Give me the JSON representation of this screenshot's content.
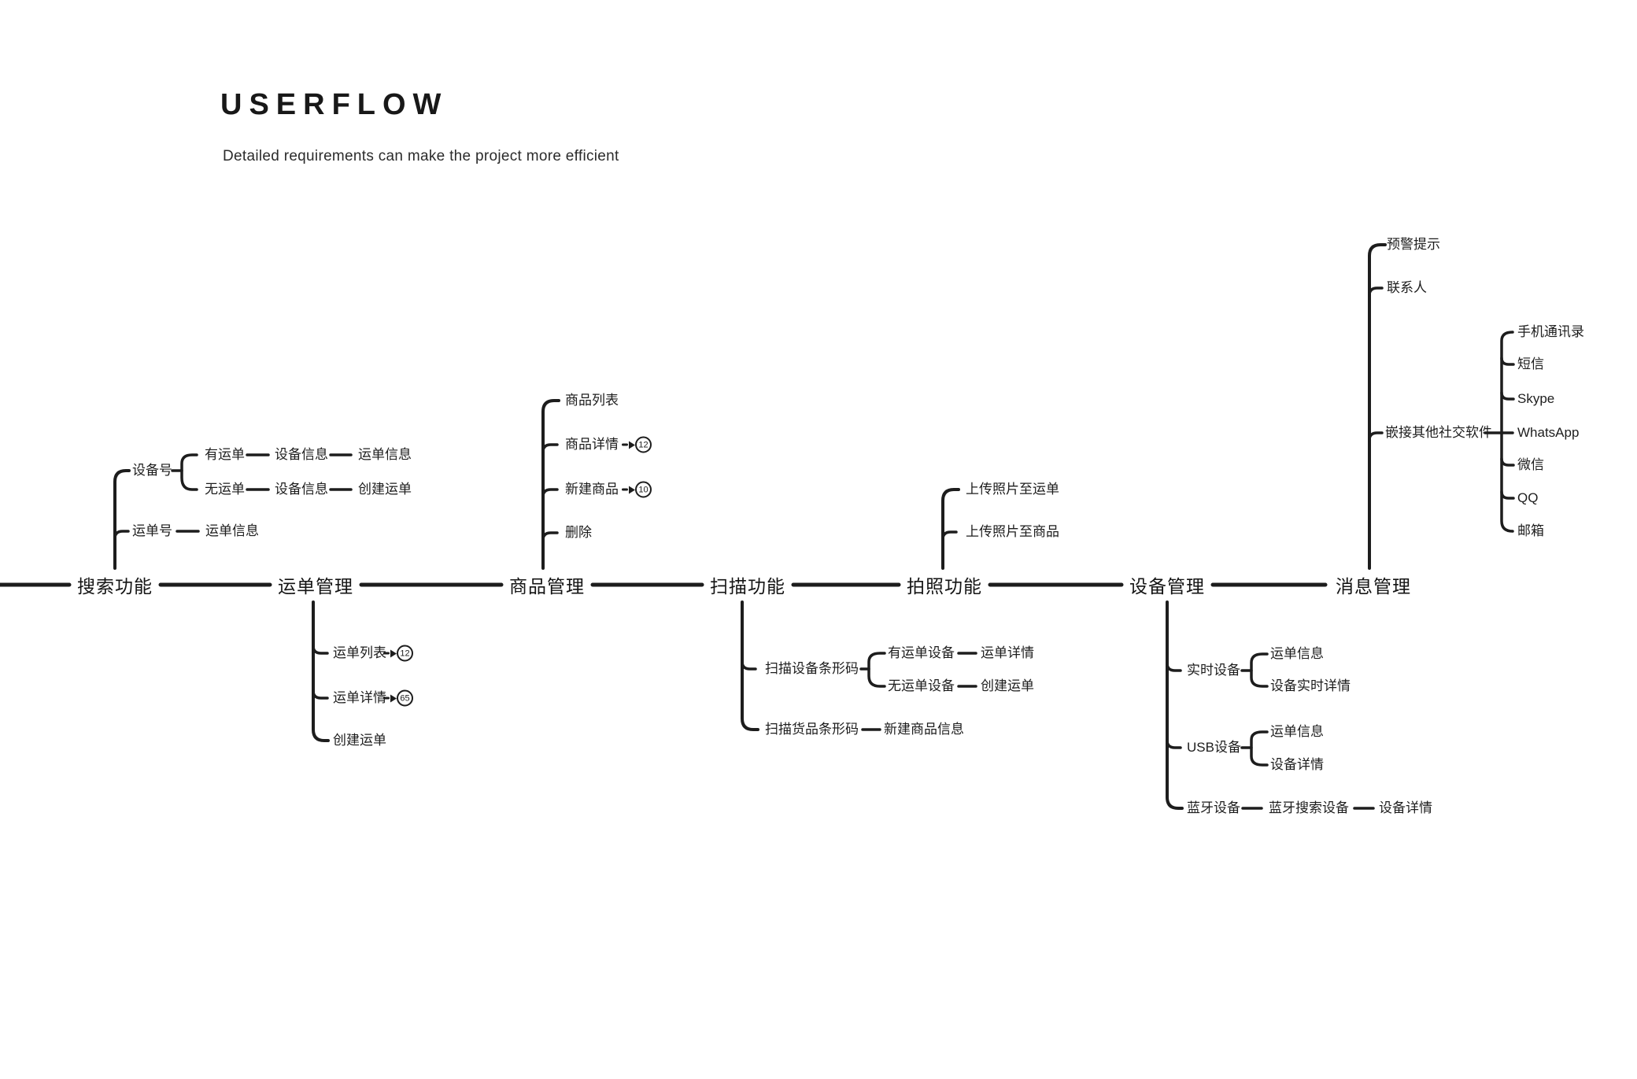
{
  "header": {
    "title": "USERFLOW",
    "subtitle": "Detailed requirements can make the project more efficient"
  },
  "diagram_type": "userflow-mindmap",
  "colors": {
    "line": "#1d1d1d",
    "text": "#1d1d1d",
    "background": "#ffffff"
  },
  "main_nodes": [
    "搜索功能",
    "运单管理",
    "商品管理",
    "扫描功能",
    "拍照功能",
    "设备管理",
    "消息管理"
  ],
  "search": {
    "device_no": "设备号",
    "has_waybill": "有运单",
    "device_info_1": "设备信息",
    "waybill_info_1": "运单信息",
    "no_waybill": "无运单",
    "device_info_2": "设备信息",
    "create_waybill": "创建运单",
    "waybill_no": "运单号",
    "waybill_info_2": "运单信息"
  },
  "waybill": {
    "list": "运单列表",
    "list_badge": "12",
    "detail": "运单详情",
    "detail_badge": "65",
    "create": "创建运单"
  },
  "product": {
    "list": "商品列表",
    "detail": "商品详情",
    "detail_badge": "12",
    "create": "新建商品",
    "create_badge": "10",
    "delete": "删除"
  },
  "scan": {
    "device_barcode": "扫描设备条形码",
    "with_waybill": "有运单设备",
    "waybill_detail": "运单详情",
    "without_waybill": "无运单设备",
    "create_waybill": "创建运单",
    "goods_barcode": "扫描货品条形码",
    "new_product": "新建商品信息"
  },
  "photo": {
    "to_waybill": "上传照片至运单",
    "to_product": "上传照片至商品"
  },
  "device": {
    "realtime": "实时设备",
    "realtime_waybill": "运单信息",
    "realtime_detail": "设备实时详情",
    "usb": "USB设备",
    "usb_waybill": "运单信息",
    "usb_detail": "设备详情",
    "bluetooth": "蓝牙设备",
    "bluetooth_search": "蓝牙搜索设备",
    "bluetooth_detail": "设备详情"
  },
  "message": {
    "alert": "预警提示",
    "contacts": "联系人",
    "social": "嵌接其他社交软件",
    "apps": [
      "手机通讯录",
      "短信",
      "Skype",
      "WhatsApp",
      "微信",
      "QQ",
      "邮箱"
    ]
  }
}
